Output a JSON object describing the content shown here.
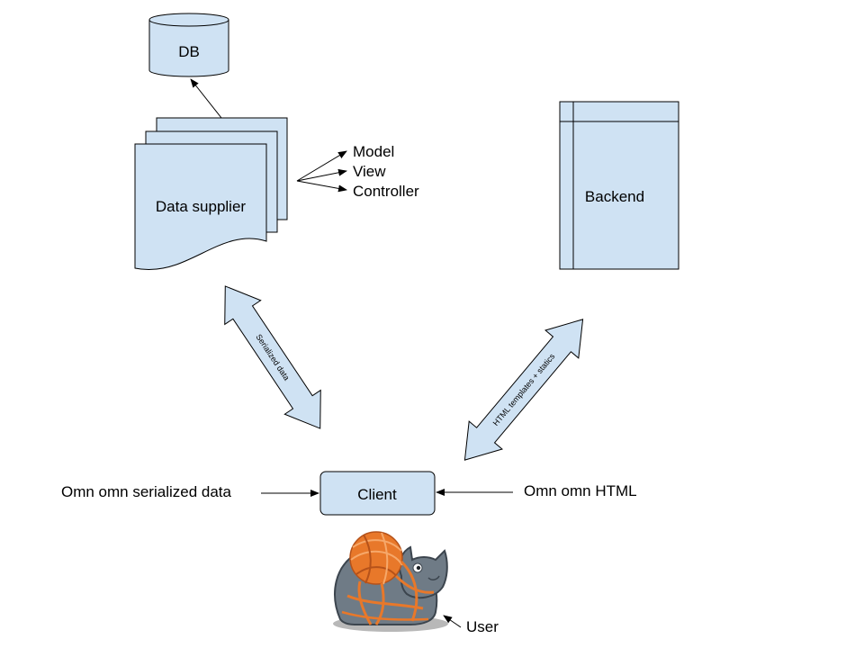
{
  "colors": {
    "shape_fill": "#cfe2f3",
    "stroke": "#000000",
    "background": "#ffffff",
    "yarn": "#e8782a",
    "cat": "#6f7b86",
    "cat_dark": "#3c454e",
    "shadow": "#b8b8b8"
  },
  "nodes": {
    "db": {
      "label": "DB",
      "shape": "cylinder"
    },
    "data_supplier": {
      "label": "Data supplier",
      "shape": "multiple-documents"
    },
    "backend": {
      "label": "Backend",
      "shape": "internal-storage"
    },
    "client": {
      "label": "Client",
      "shape": "rounded-rectangle"
    },
    "user": {
      "label": "User",
      "shape": "cat-with-yarn-image"
    }
  },
  "mvc": {
    "items": [
      "Model",
      "View",
      "Controller"
    ]
  },
  "edges": {
    "serialized": {
      "label": "Serialized data",
      "style": "block-double-arrow"
    },
    "html_templates": {
      "label": "HTML templates + statics",
      "style": "block-double-arrow"
    }
  },
  "annotations": {
    "left": "Omn omn serialized data",
    "right": "Omn omn HTML"
  },
  "icons": {
    "user_image": "cat-with-yarn-icon"
  }
}
